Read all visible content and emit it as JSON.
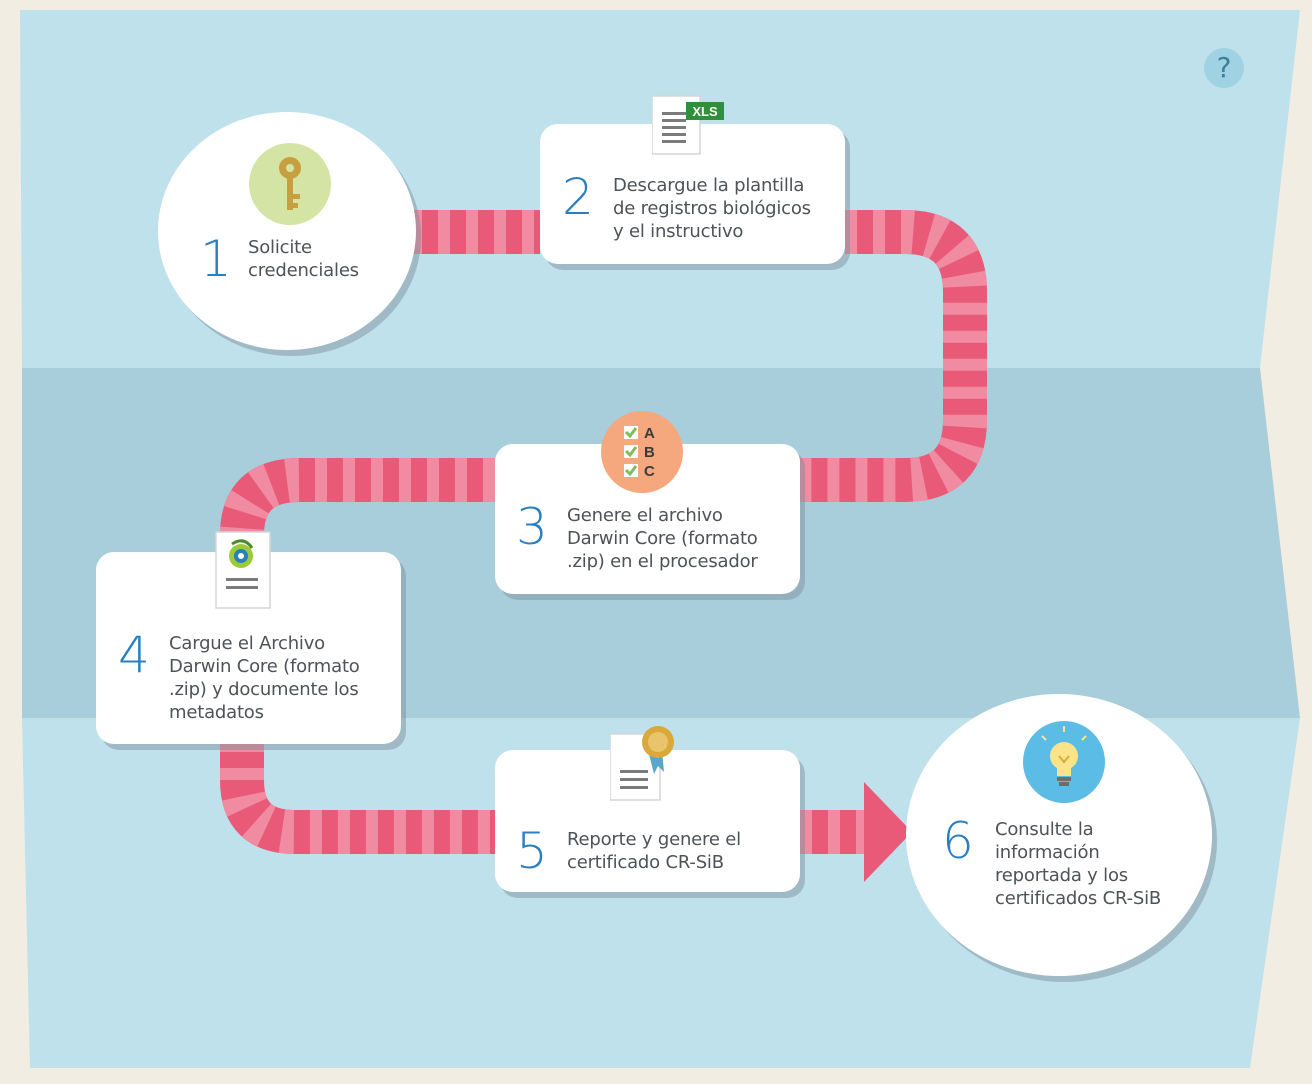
{
  "help": {
    "label": "?"
  },
  "colors": {
    "band_light": "#bfe1ec",
    "band_dark": "#a9cedb",
    "path_pink": "#e95a79",
    "path_stripe": "#f08ba1",
    "number_blue": "#2a7fc0"
  },
  "steps": [
    {
      "number": "1",
      "text": "Solicite\ncredenciales",
      "icon": "key-icon"
    },
    {
      "number": "2",
      "text": "Descargue la plantilla\nde registros biológicos\ny el instructivo",
      "icon": "xls-document-icon",
      "icon_label": "XLS"
    },
    {
      "number": "3",
      "text": "Genere el archivo\nDarwin Core (formato\n.zip) en el procesador",
      "icon": "checklist-icon",
      "checklist": [
        "A",
        "B",
        "C"
      ]
    },
    {
      "number": "4",
      "text": "Cargue el Archivo\nDarwin Core (formato\n.zip) y documente los\nmetadatos",
      "icon": "darwin-core-document-icon"
    },
    {
      "number": "5",
      "text": "Reporte y genere el\ncertificado CR-SiB",
      "icon": "certificate-icon"
    },
    {
      "number": "6",
      "text": "Consulte la\ninformación\nreportada y los\ncertificados CR-SiB",
      "icon": "lightbulb-icon"
    }
  ]
}
